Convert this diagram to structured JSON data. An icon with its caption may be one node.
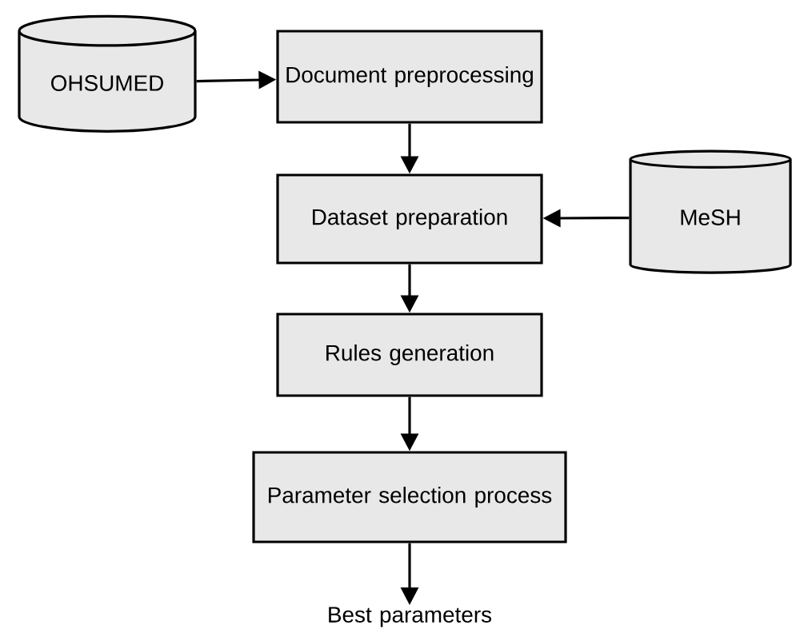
{
  "diagram": {
    "nodes": [
      {
        "text": [
          "OHSUMED"
        ]
      },
      {
        "text": [
          "Document preprocessing"
        ]
      },
      {
        "text": [
          "Dataset preparation"
        ]
      },
      {
        "text": [
          "MeSH"
        ]
      },
      {
        "text": [
          "Rules generation"
        ]
      },
      {
        "text": [
          "Parameter selection process"
        ]
      },
      {
        "text": [
          "Best parameters"
        ]
      }
    ],
    "edges": [
      {
        "from": 0,
        "to": 1,
        "arrow": "to"
      },
      {
        "from": 1,
        "to": 2,
        "arrow": "to"
      },
      {
        "from": 3,
        "to": 2,
        "arrow": "to"
      },
      {
        "from": 2,
        "to": 4,
        "arrow": "to"
      },
      {
        "from": 4,
        "to": 5,
        "arrow": "to"
      },
      {
        "from": 5,
        "to": 6,
        "arrow": "to"
      }
    ]
  }
}
